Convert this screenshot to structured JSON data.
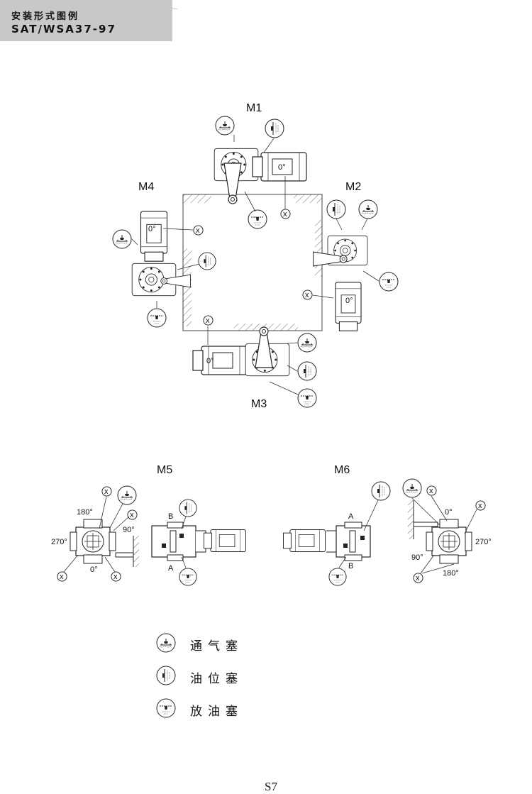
{
  "header": {
    "title": "安装形式图例",
    "code": "SAT/WSA37-97"
  },
  "positions": {
    "m1": "M1",
    "m2": "M2",
    "m3": "M3",
    "m4": "M4",
    "m5": "M5",
    "m6": "M6"
  },
  "marks": {
    "zero": "0°",
    "x": "x"
  },
  "angles": {
    "a0": "0°",
    "a90": "90°",
    "a180": "180°",
    "a270": "270°"
  },
  "sides": {
    "a": "A",
    "b": "B"
  },
  "legend": [
    {
      "label": "通气塞",
      "icon": "breather-plug-icon"
    },
    {
      "label": "油位塞",
      "icon": "oil-level-plug-icon"
    },
    {
      "label": "放油塞",
      "icon": "drain-plug-icon"
    }
  ],
  "page_number": "S7"
}
